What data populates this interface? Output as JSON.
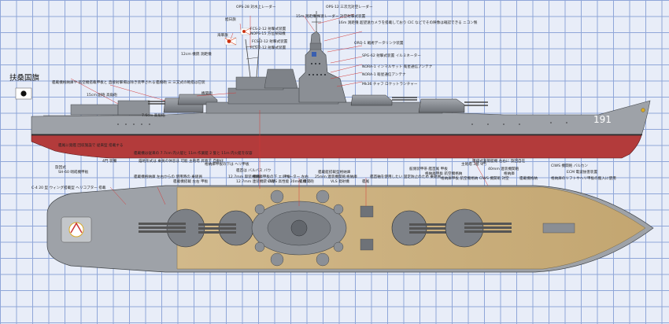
{
  "flag_title": "扶桑国旗",
  "hull_number": "191",
  "annotations_top": [
    "OPS-28 対水上レーダー",
    "OPS-12 三次元対空レーダー",
    "旭日旗",
    "FCS-2-12 射撃式装置",
    "NOPS-15 方位探知機",
    "海軍旗",
    "15m 測距儀 探索レーダー 対空射撃式装置",
    "16m 測距儀 超望遠カメラを搭載しており CIC などでその映像は確認できる ニコン製",
    "FCS-2-12 射撃式装置",
    "FCS-2-12 射撃式装置",
    "12cm 機銃 測距儀",
    "ORQ-1 戦術データリンク装置",
    "SPG-62 射撃式装置 イルミネーター",
    "NORA-1 インマルサット 衛星通信アンテナ",
    "NORA-1 衛星通信アンテナ",
    "Mk36 チャフ ロケットランチャー",
    "艦載機格納庫や 航空機搭載甲板と 直接射撃場は除き装甲される",
    "15cm 副砲 高角砲",
    "機関砲",
    "艦橋砲 三 三又式の砲搭は巳装",
    "7.6cm 高角砲",
    "艦載機は従来の 7.7cm 内火艇と 11m 作業艇 2 隻と 11m 内火艇を収容",
    "艦尾に発艦 回収施設で 従来型 搭載する",
    "錨地形式は 乗員の休息は 可能",
    "格納庫甲板の下は ヘリ甲板",
    "主砲塔 昇降で 自動化",
    "揚錨式兼揚艇機 左右に 旋回自在",
    "艦首は バルバス バウ",
    "艦載艇搭載型格納庫",
    "艦首軸を使用したい 固定防止のため 乗組員",
    "4門 装備",
    "CIWS 機関砲 バルカン",
    "ECM 電波妨害装置",
    "格納庫のリフトやヘリ甲板の搬入に使用",
    "旋回式",
    "SH-60 哨戒機甲板",
    "舷側装甲帯 艦首尾 甲板",
    "格納庫甲板 航空機格納",
    "格納庫甲板 航空機格納 CIWS 機関砲 対空",
    "主砲塔 3基 9門",
    "40mm 連装機関砲",
    "格納庫",
    "艦載機格納"
  ],
  "annotations_bottom": [
    "C-4 20 型 ウィング搭載型 ヘリコプター 搭載",
    "艦載機格納庫 左右からの 使用時の 乗組員",
    "艦載機搭載 左右 甲板",
    "12.7mm 単装 機銃",
    "12.7mm 連装機銃 四基",
    "格納庫甲板の下 エレベーター 左右",
    "CIWS 高性能 20mm 機関砲",
    "甲板",
    "艦橋",
    "25mm 連装機関砲",
    "VLS 発射機",
    "格納庫",
    "艦尾"
  ],
  "colors": {
    "hull_red": "#b03a3a",
    "hull_gray": "#9a9ea4",
    "superstructure_gray": "#8b8f95",
    "deck_wood": "#c9b07e",
    "grid_blue": "#8fa6d8",
    "background": "#e8edf8",
    "annotation_line": "#d43b3b"
  },
  "icons": [
    "rising-sun-flag",
    "naval-ensign",
    "japan-flag",
    "chrysanthemum-crest"
  ]
}
